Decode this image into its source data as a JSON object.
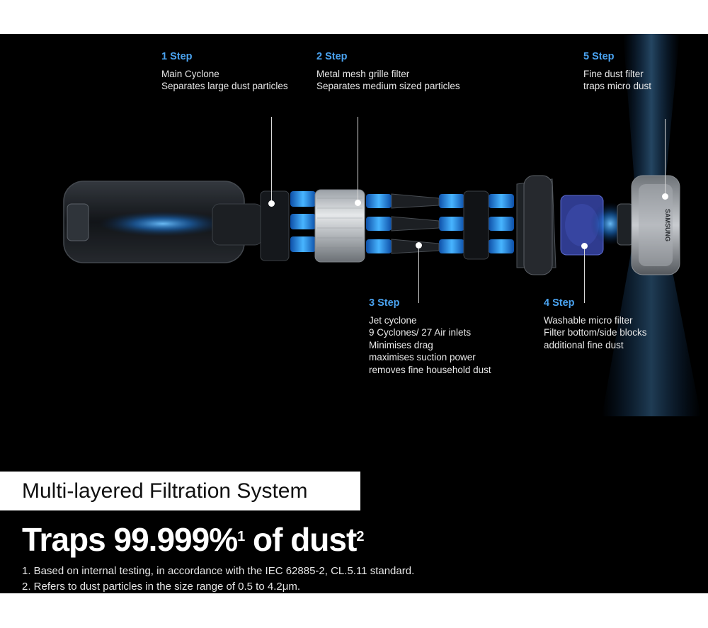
{
  "steps": [
    {
      "title": "1 Step",
      "lines": [
        "Main Cyclone",
        "Separates large dust particles"
      ]
    },
    {
      "title": "2 Step",
      "lines": [
        "Metal mesh grille filter",
        "Separates medium sized particles"
      ]
    },
    {
      "title": "3 Step",
      "lines": [
        "Jet cyclone",
        "9 Cyclones/ 27 Air inlets",
        "Minimises drag",
        "maximises suction power",
        "removes fine household dust"
      ]
    },
    {
      "title": "4 Step",
      "lines": [
        "Washable micro filter",
        "Filter bottom/side blocks",
        "additional fine dust"
      ]
    },
    {
      "title": "5 Step",
      "lines": [
        "Fine dust filter",
        "traps micro dust"
      ]
    }
  ],
  "section_title": "Multi-layered Filtration System",
  "headline": {
    "text": "Traps 99.999%",
    "sup1": "1",
    "text2": " of dust",
    "sup2": "2"
  },
  "footnotes": [
    "1. Based on internal testing, in accordance with the IEC 62885-2, CL.5.11 standard.",
    "2. Refers to dust particles in the size range of 0.5 to 4.2μm."
  ],
  "brand_mark": "SAMSUNG",
  "colors": {
    "background": "#000000",
    "accent": "#4aa3f0",
    "text": "#e8e8e8"
  }
}
